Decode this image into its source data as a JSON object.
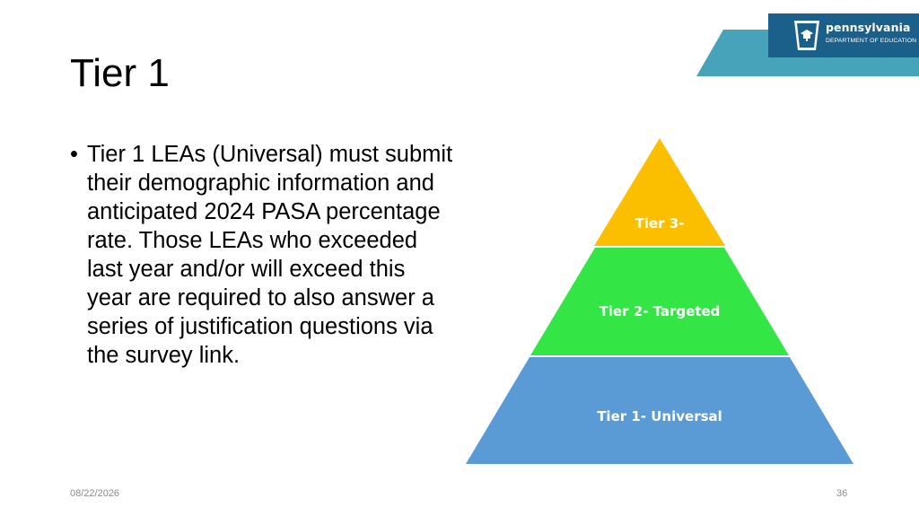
{
  "logo": {
    "name": "pennsylvania",
    "department": "DEPARTMENT OF EDUCATION"
  },
  "slide": {
    "title": "Tier 1",
    "bullet_char": "•",
    "bullet_text": "Tier 1 LEAs (Universal) must submit their demographic information and anticipated 2024 PASA percentage rate. Those LEAs who exceeded last year and/or will exceed this year are required to also answer a series of justification questions via the survey link."
  },
  "pyramid": {
    "tiers": [
      {
        "label": "Tier 3-",
        "color": "#fcbf00"
      },
      {
        "label": "Tier 2- Targeted",
        "color": "#33e645"
      },
      {
        "label": "Tier 1- Universal",
        "color": "#5b9bd5"
      }
    ]
  },
  "footer": {
    "date": "08/22/2026",
    "page": "36"
  },
  "colors": {
    "banner_teal": "#47a3b9",
    "banner_navy": "#1b5f8b"
  }
}
